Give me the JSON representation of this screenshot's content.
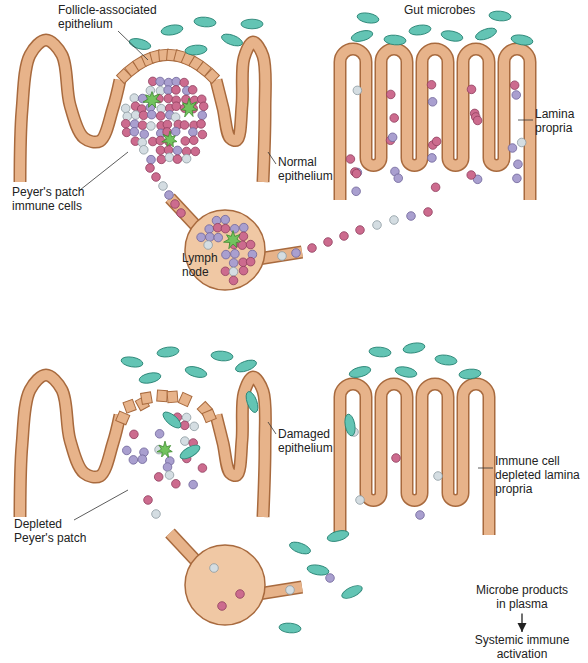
{
  "diagram": {
    "nodes": [
      {
        "text": [
          "Microbe products in plasma"
        ]
      },
      {
        "text": [
          "Systemic immune activation"
        ]
      }
    ],
    "edges": [
      {
        "from": 0,
        "to": 1,
        "arrow": "to"
      }
    ],
    "labels": [
      "Follicle-associated epithelium",
      "Gut microbes",
      "Normal epithelium",
      "Lamina propria",
      "Peyer's patch immune cells",
      "Lymph node",
      "Damaged epithelium",
      "Immune cell depleted lamina propria",
      "Depleted Peyer's patch"
    ]
  }
}
